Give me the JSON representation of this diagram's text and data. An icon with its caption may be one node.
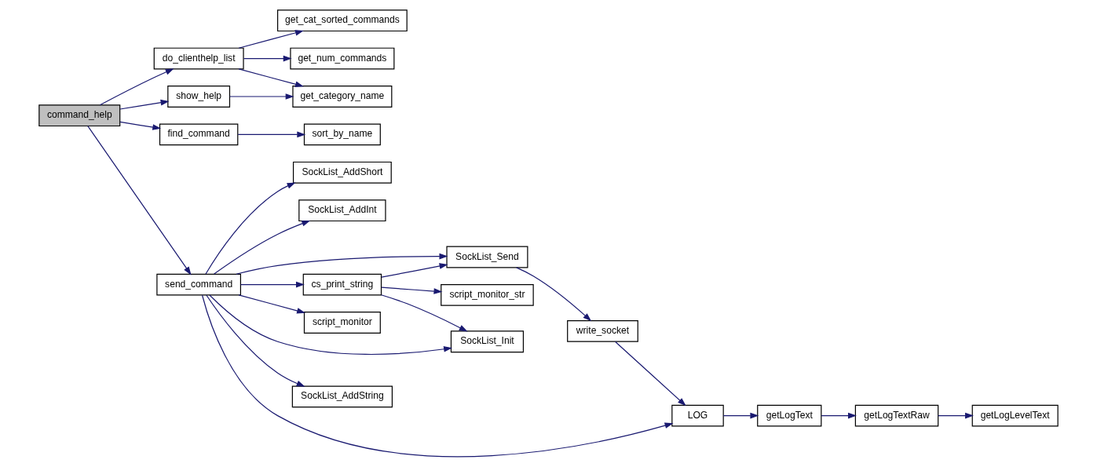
{
  "diagram": {
    "nodes": [
      {
        "text": [
          "command_help"
        ]
      },
      {
        "text": [
          "do_clienthelp_list"
        ]
      },
      {
        "text": [
          "show_help"
        ]
      },
      {
        "text": [
          "find_command"
        ]
      },
      {
        "text": [
          "send_command"
        ]
      },
      {
        "text": [
          "get_cat_sorted_commands"
        ]
      },
      {
        "text": [
          "get_num_commands"
        ]
      },
      {
        "text": [
          "get_category_name"
        ]
      },
      {
        "text": [
          "sort_by_name"
        ]
      },
      {
        "text": [
          "SockList_AddShort"
        ]
      },
      {
        "text": [
          "SockList_AddInt"
        ]
      },
      {
        "text": [
          "SockList_Send"
        ]
      },
      {
        "text": [
          "cs_print_string"
        ]
      },
      {
        "text": [
          "script_monitor_str"
        ]
      },
      {
        "text": [
          "script_monitor"
        ]
      },
      {
        "text": [
          "SockList_Init"
        ]
      },
      {
        "text": [
          "SockList_AddString"
        ]
      },
      {
        "text": [
          "write_socket"
        ]
      },
      {
        "text": [
          "LOG"
        ]
      },
      {
        "text": [
          "getLogText"
        ]
      },
      {
        "text": [
          "getLogTextRaw"
        ]
      },
      {
        "text": [
          "getLogLevelText"
        ]
      }
    ],
    "edges": [
      {
        "from": 0,
        "to": 1,
        "arrow": "to"
      },
      {
        "from": 0,
        "to": 2,
        "arrow": "to"
      },
      {
        "from": 0,
        "to": 3,
        "arrow": "to"
      },
      {
        "from": 0,
        "to": 4,
        "arrow": "to"
      },
      {
        "from": 1,
        "to": 5,
        "arrow": "to"
      },
      {
        "from": 1,
        "to": 6,
        "arrow": "to"
      },
      {
        "from": 1,
        "to": 7,
        "arrow": "to"
      },
      {
        "from": 2,
        "to": 7,
        "arrow": "to"
      },
      {
        "from": 3,
        "to": 8,
        "arrow": "to"
      },
      {
        "from": 4,
        "to": 9,
        "arrow": "to"
      },
      {
        "from": 4,
        "to": 10,
        "arrow": "to"
      },
      {
        "from": 4,
        "to": 11,
        "arrow": "to"
      },
      {
        "from": 4,
        "to": 12,
        "arrow": "to"
      },
      {
        "from": 4,
        "to": 14,
        "arrow": "to"
      },
      {
        "from": 4,
        "to": 15,
        "arrow": "to"
      },
      {
        "from": 4,
        "to": 18,
        "arrow": "to"
      },
      {
        "from": 4,
        "to": 16,
        "arrow": "to"
      },
      {
        "from": 12,
        "to": 11,
        "arrow": "to"
      },
      {
        "from": 12,
        "to": 13,
        "arrow": "to"
      },
      {
        "from": 12,
        "to": 15,
        "arrow": "to"
      },
      {
        "from": 11,
        "to": 17,
        "arrow": "to"
      },
      {
        "from": 17,
        "to": 18,
        "arrow": "to"
      },
      {
        "from": 18,
        "to": 19,
        "arrow": "to"
      },
      {
        "from": 19,
        "to": 20,
        "arrow": "to"
      },
      {
        "from": 20,
        "to": 21,
        "arrow": "to"
      }
    ]
  }
}
